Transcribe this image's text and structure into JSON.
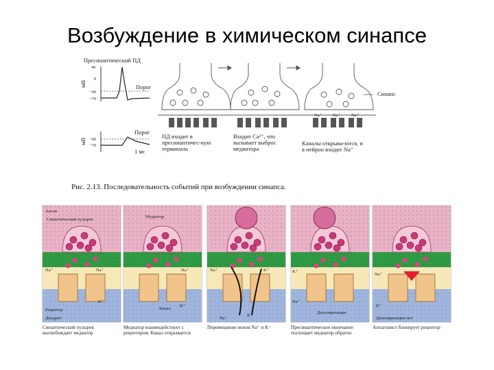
{
  "slide": {
    "title": "Возбуждение в химическом синапсе"
  },
  "top_figure": {
    "graph1": {
      "title": "Пресинаптический ПД",
      "axis_unit": "мВ",
      "ticks": [
        "40",
        "0",
        "−60",
        "−70"
      ],
      "threshold_label": "Порог"
    },
    "graph2": {
      "threshold_label": "Порог",
      "axis_unit": "мВ",
      "ticks": [
        "−60",
        "−70"
      ],
      "time_label": "1 мс"
    },
    "synapse_label": "Синапс",
    "step_captions": [
      "ПД входит в пресинаптичес-кую терминаль",
      "Входит Ca²⁺, что вызывает выброс медиатора",
      "Каналы открыва-ются, и в нейрон входит Na⁺"
    ],
    "ion_labels": [
      "Na⁺",
      "Na⁺",
      "Na⁺"
    ],
    "figure_caption": "Рис. 2.13. Последовательность событий при возбуждении синапса."
  },
  "bottom_panels": [
    {
      "labels": [
        "Аксон",
        "Синаптический пузырек",
        "Na⁺",
        "Na⁺",
        "K⁺",
        "Рецептор",
        "Дендрит"
      ],
      "caption": "Синаптический пузырек высвобождает медиатор"
    },
    {
      "labels": [
        "Медиатор",
        "Na⁺",
        "K⁺",
        "Канал"
      ],
      "caption": "Медиатор взаимодействует с рецептором. Канал открывается"
    },
    {
      "labels": [
        "Na⁺",
        "K⁺",
        "Na⁺",
        "K⁺"
      ],
      "caption": "Перемещение ионов Na⁺ и K⁺"
    },
    {
      "labels": [
        "K⁺",
        "Na⁺",
        "Деполяризация"
      ],
      "caption": "Пресинаптическое окончание поглощает медиатор обратно"
    },
    {
      "labels": [
        "Na⁺",
        "K⁺",
        "Деполяризации нет"
      ],
      "caption": "Антагонист блокирует рецептор"
    }
  ],
  "colors": {
    "axon_pink": "#e9b2c6",
    "vesicle_magenta": "#c93a78",
    "membrane_green": "#2f9b45",
    "dendrite_blue": "#9fb5dd",
    "channel_orange": "#f0c48a",
    "antagonist_red": "#e0202c"
  }
}
